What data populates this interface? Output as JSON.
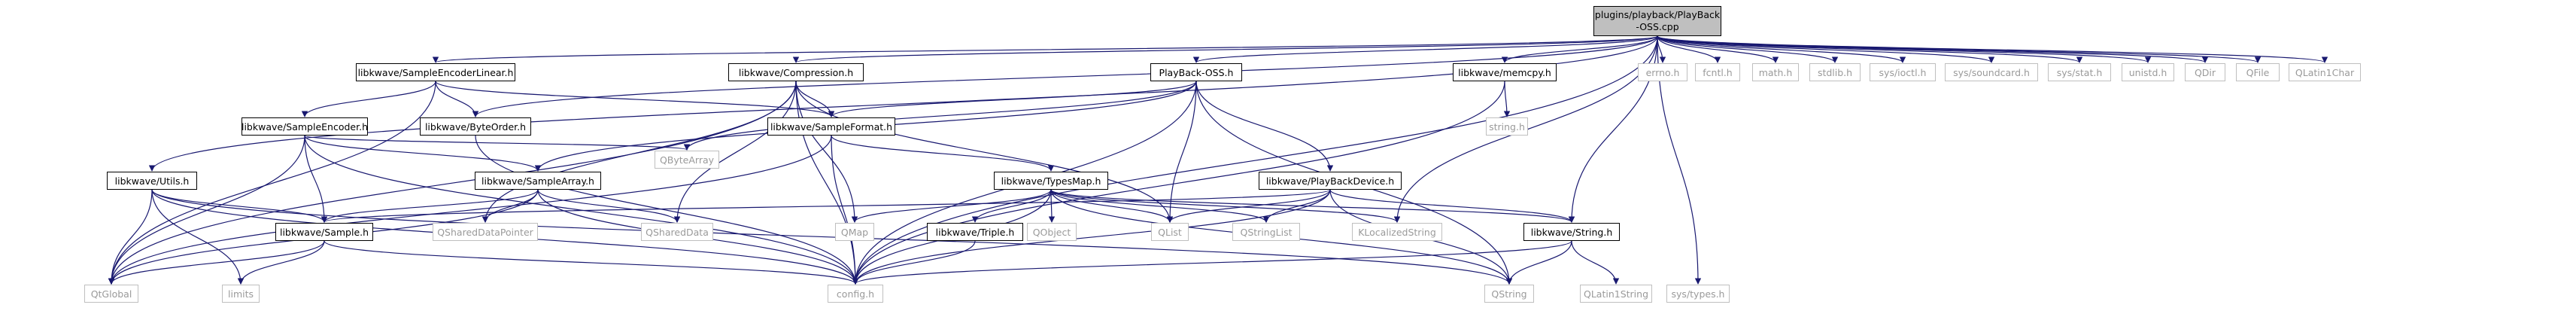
{
  "title": "plugins/playback/PlayBack-OSS.cpp",
  "colors": {
    "edge": "#191970",
    "root_fill": "#bfbfbf",
    "node_border": "#000000",
    "external_text": "#9a9a9a"
  },
  "nodes": {
    "root": {
      "line1": "plugins/playback/PlayBack",
      "line2": "-OSS.cpp"
    },
    "sample_encoder_linear": "libkwave/SampleEncoderLinear.h",
    "compression": "libkwave/Compression.h",
    "playback_oss": "PlayBack-OSS.h",
    "memcpy": "libkwave/memcpy.h",
    "errno": "errno.h",
    "fcntl": "fcntl.h",
    "math": "math.h",
    "stdlib": "stdlib.h",
    "sys_ioctl": "sys/ioctl.h",
    "sys_soundcard": "sys/soundcard.h",
    "sys_stat": "sys/stat.h",
    "unistd": "unistd.h",
    "qdir": "QDir",
    "qfile": "QFile",
    "qlatin1char": "QLatin1Char",
    "sample_encoder": "libkwave/SampleEncoder.h",
    "byte_order": "libkwave/ByteOrder.h",
    "sample_format": "libkwave/SampleFormat.h",
    "string_h": "string.h",
    "qbytearray": "QByteArray",
    "utils": "libkwave/Utils.h",
    "sample_array": "libkwave/SampleArray.h",
    "types_map": "libkwave/TypesMap.h",
    "playback_device": "libkwave/PlayBackDevice.h",
    "sample": "libkwave/Sample.h",
    "qshareddatapointer": "QSharedDataPointer",
    "qshareddata": "QSharedData",
    "qmap": "QMap",
    "triple": "libkwave/Triple.h",
    "qobject": "QObject",
    "qlist": "QList",
    "qstringlist": "QStringList",
    "klocalizedstring": "KLocalizedString",
    "libkwave_string": "libkwave/String.h",
    "qglobal": "QtGlobal",
    "limits": "limits",
    "config": "config.h",
    "qstring": "QString",
    "qlatin1string": "QLatin1String",
    "sys_types": "sys/types.h"
  }
}
